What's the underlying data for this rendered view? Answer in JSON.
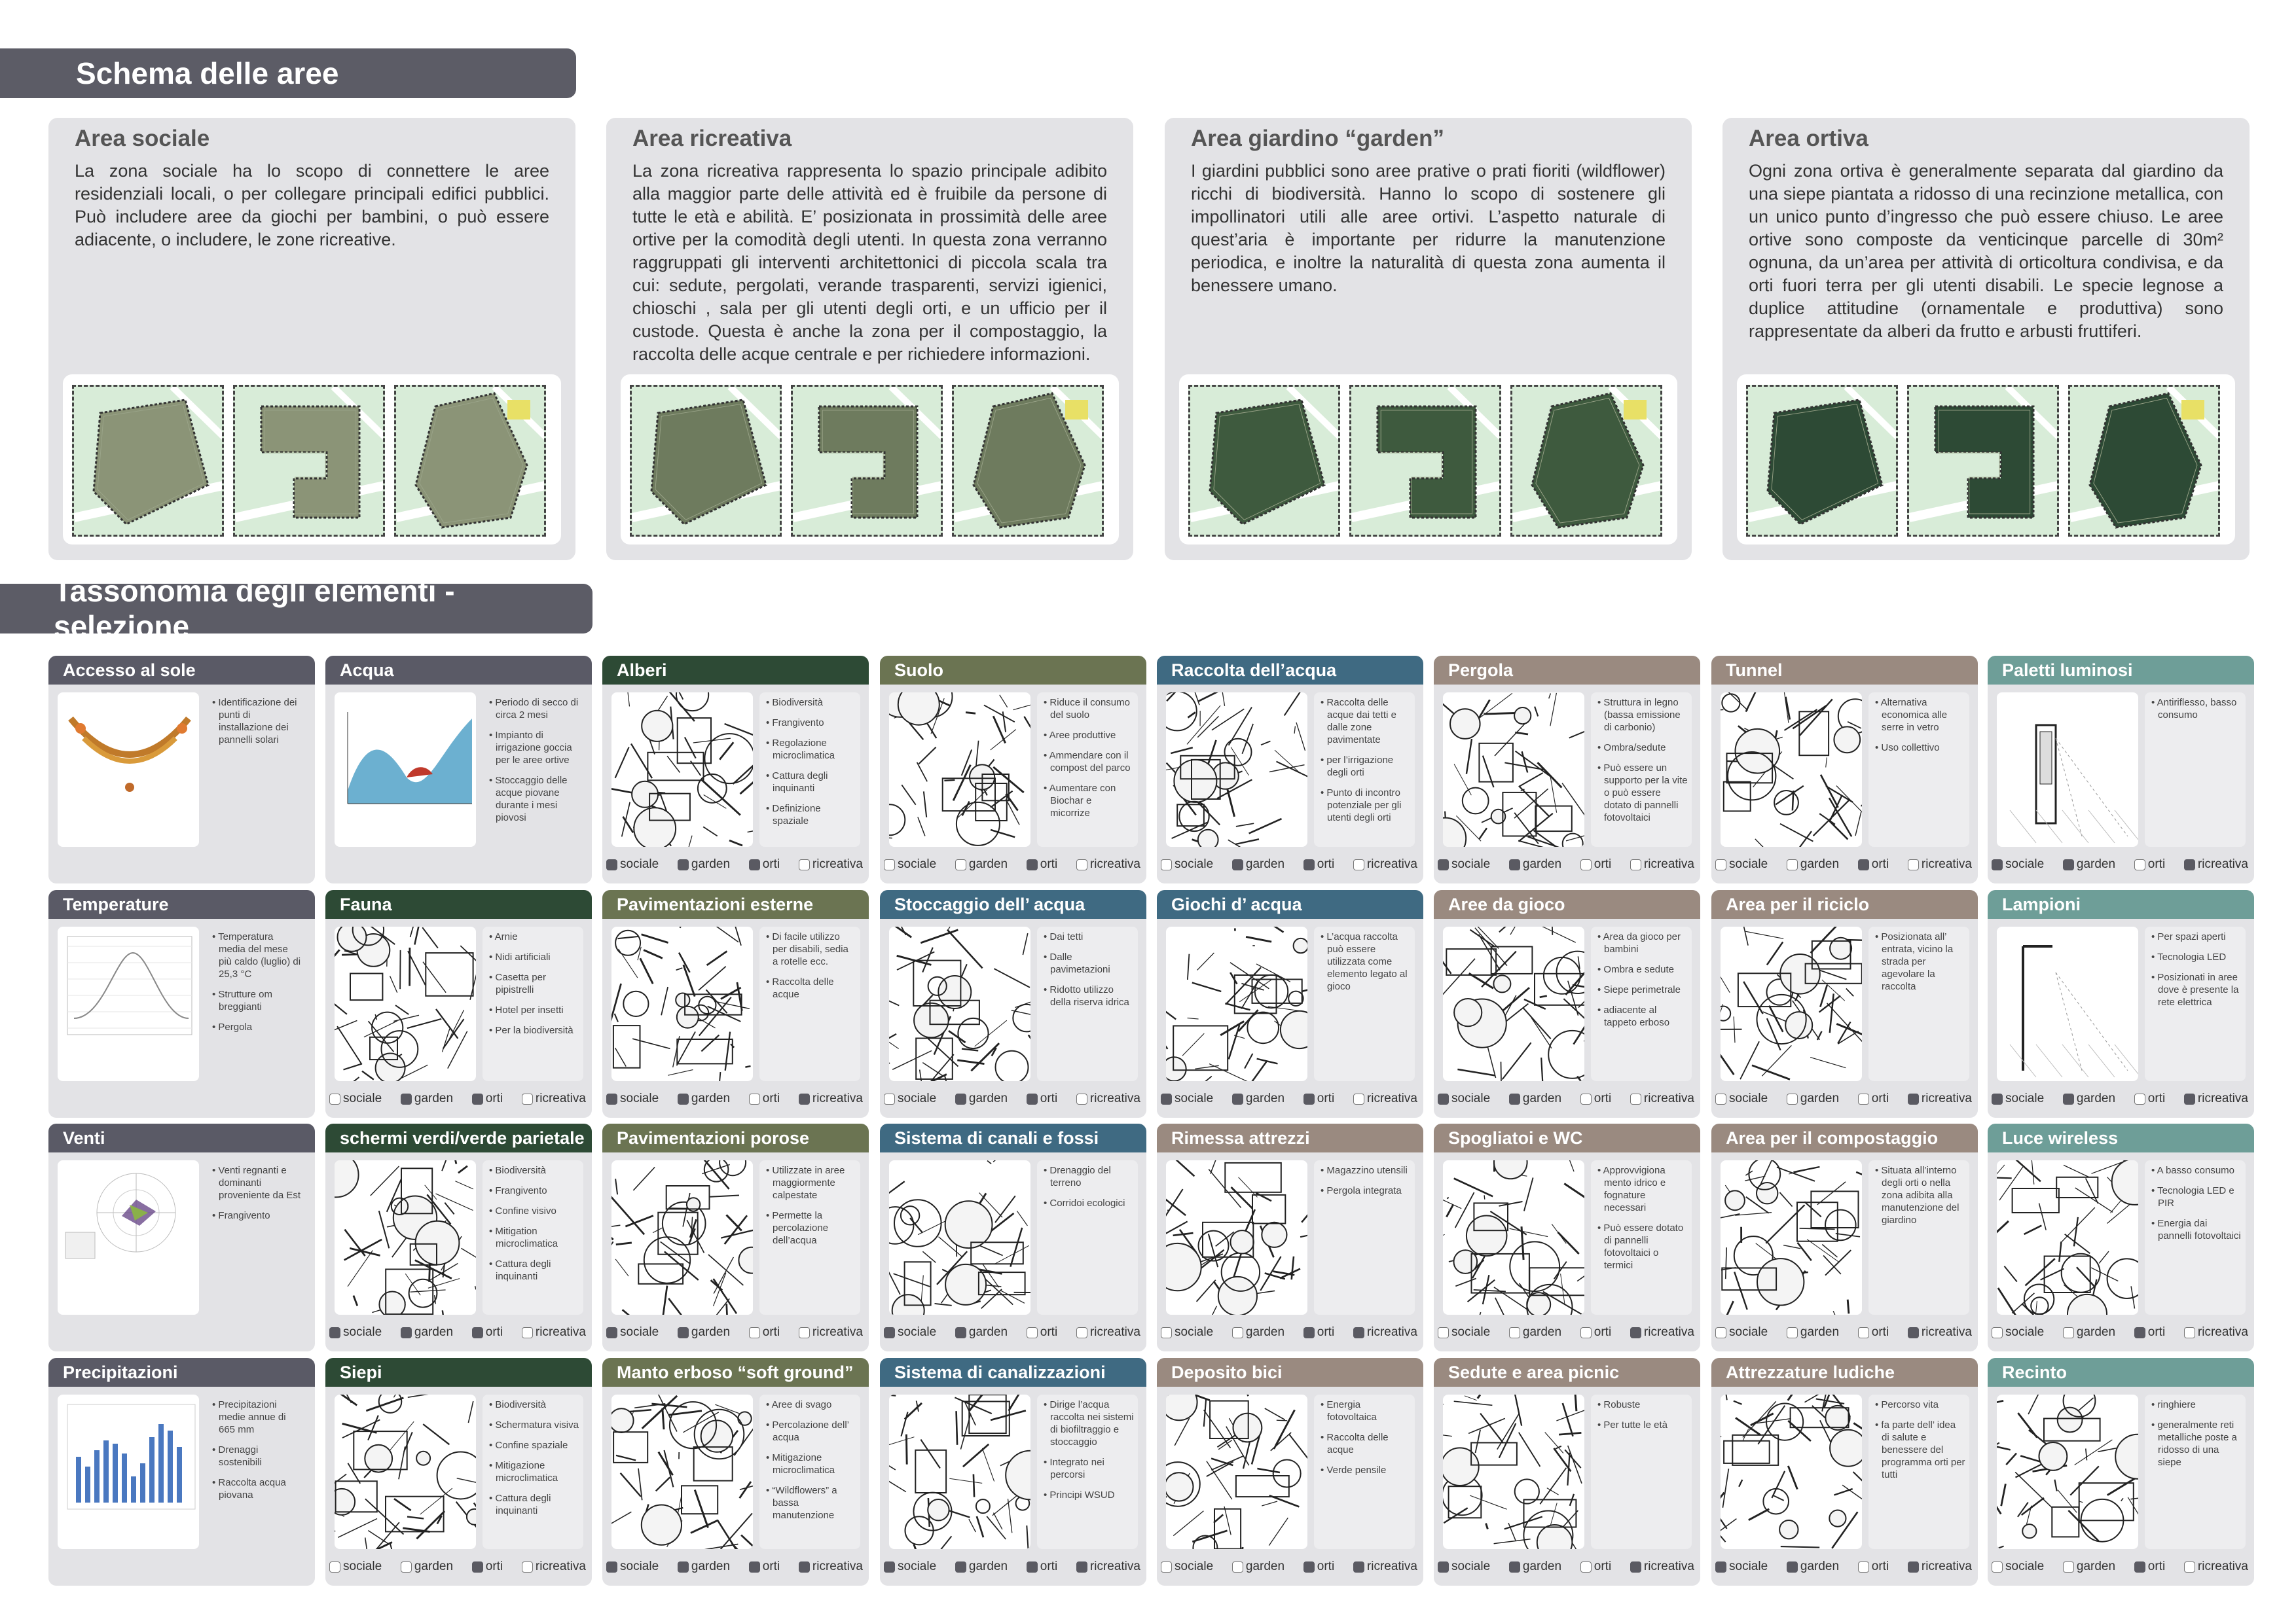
{
  "section1_title": "Schema delle aree",
  "section2_title": "Tassonomia degli elementi - selezione",
  "areas": [
    {
      "title": "Area sociale",
      "text": "La zona sociale ha lo scopo di connettere le aree residenziali locali, o per collegare principali edifici pubblici. Può includere aree da giochi per bambini, o può essere adiacente, o includere, le zone ricreative."
    },
    {
      "title": "Area ricreativa",
      "text": "La zona ricreativa rappresenta lo spazio principale adibito alla maggior parte delle attività ed è fruibile da persone di tutte le età e abilità. E’ posizionata in prossimità delle aree ortive per la comodità degli utenti. In questa zona verranno raggruppati gli interventi architettonici di piccola scala tra cui: sedute, pergolati, verande trasparenti, servizi igienici, chioschi , sala per gli utenti degli orti, e un ufficio per il custode. Questa è anche la zona per il compostaggio, la raccolta delle acque centrale e per richiedere informazioni."
    },
    {
      "title": "Area giardino “garden”",
      "text": "I giardini pubblici sono aree prative o prati fioriti (wildflower) ricchi di biodiversità. Hanno lo scopo di sostenere gli impollinatori utili alle aree ortivi. L’aspetto naturale di quest’aria è importante per ridurre la manutenzione periodica, e inoltre la naturalità di questa zona aumenta il benessere umano."
    },
    {
      "title": "Area ortiva",
      "text": "Ogni zona ortiva è generalmente separata dal giardino da una siepe piantata a ridosso di una recinzione metallica, con un unico punto d’ingresso che può essere chiuso. Le aree ortive sono composte da venticinque parcelle di 30m² ognuna, da un’area per attività di orticoltura condivisa, e da orti fuori terra per gli utenti disabili. Le specie legnose a duplice attitudine (ornamentale e produttiva) sono rappresentate da alberi da frutto e arbusti fruttiferi."
    }
  ],
  "checkbox_labels": [
    "sociale",
    "garden",
    "orti",
    "ricreativa"
  ],
  "colors": {
    "banner": "#5c5c66",
    "climate": "#5a5a66",
    "green": "#2d4a35",
    "olive": "#6b7452",
    "blue": "#3f6a82",
    "taupe": "#9a8a80",
    "teal": "#6e9e98",
    "checked": "#5a5a62"
  },
  "cards": [
    {
      "title": "Accesso al sole",
      "color": "climate",
      "image": "sun-arc-diagram",
      "bullets": [
        "Identificazione dei punti di installazione dei pannelli solari"
      ],
      "checks": null
    },
    {
      "title": "Acqua",
      "color": "climate",
      "image": "water-balance-chart",
      "bullets": [
        "Periodo di secco di circa 2 mesi",
        "Impianto di irrigazione goccia per le aree ortive",
        "Stoccaggio delle acque piovane durante i mesi piovosi"
      ],
      "checks": null
    },
    {
      "title": "Alberi",
      "color": "green",
      "image": "trees-sketch",
      "bullets": [
        "Biodiversità",
        "Frangivento",
        "Regolazione microclimatica",
        "Cattura degli inquinanti",
        "Definizione spaziale"
      ],
      "checks": [
        true,
        true,
        true,
        false
      ]
    },
    {
      "title": "Suolo",
      "color": "olive",
      "image": "soil-beds-sketch",
      "bullets": [
        "Riduce il consumo del suolo",
        "Aree produttive",
        "Ammendare con il compost del parco",
        "Aumentare con Biochar e micorrize"
      ],
      "checks": [
        false,
        false,
        true,
        false
      ]
    },
    {
      "title": "Raccolta dell’acqua",
      "color": "blue",
      "image": "water-pump-sketch",
      "bullets": [
        "Raccolta delle acque dai tetti e dalle zone pavimentate",
        "per l’irrigazione degli orti",
        "Punto di incontro potenziale per gli utenti degli orti"
      ],
      "checks": [
        false,
        true,
        true,
        false
      ]
    },
    {
      "title": "Pergola",
      "color": "taupe",
      "image": "pergola-sketch",
      "bullets": [
        "Struttura in legno (bassa emissione di carbonio)",
        "Ombra/sedute",
        "Può essere un supporto per la vite o può essere dotato di pannelli fotovoltaici"
      ],
      "checks": [
        true,
        true,
        false,
        false
      ]
    },
    {
      "title": "Tunnel",
      "color": "taupe",
      "image": "greenhouse-tunnel-sketch",
      "bullets": [
        "Alternativa economica alle serre in vetro",
        "Uso collettivo"
      ],
      "checks": [
        false,
        false,
        true,
        false
      ]
    },
    {
      "title": "Paletti luminosi",
      "color": "teal",
      "image": "light-bollard-sketch",
      "bullets": [
        "Antiriflesso, basso consumo"
      ],
      "checks": [
        true,
        true,
        false,
        true
      ]
    },
    {
      "title": "Temperature",
      "color": "climate",
      "image": "temperature-chart",
      "bullets": [
        "Temperatura media del mese più caldo (luglio) di 25,3 °C",
        "Strutture om breggianti",
        "Pergola"
      ],
      "checks": null
    },
    {
      "title": "Fauna",
      "color": "green",
      "image": "fauna-sketch",
      "bullets": [
        "Arnie",
        "Nidi artificiali",
        "Casetta per pipistrelli",
        "Hotel per insetti",
        "Per la biodiversità"
      ],
      "checks": [
        false,
        true,
        true,
        false
      ]
    },
    {
      "title": "Pavimentazioni esterne",
      "color": "olive",
      "image": "paving-sketch",
      "bullets": [
        "Di facile utilizzo per disabili, sedia a rotelle ecc.",
        "Raccolta delle acque"
      ],
      "checks": [
        true,
        true,
        false,
        true
      ]
    },
    {
      "title": "Stoccaggio dell’ acqua",
      "color": "blue",
      "image": "water-tank-sketch",
      "bullets": [
        "Dai tetti",
        "Dalle pavimetazioni",
        "Ridotto utilizzo della riserva idrica"
      ],
      "checks": [
        false,
        true,
        true,
        false
      ]
    },
    {
      "title": "Giochi d’ acqua",
      "color": "blue",
      "image": "water-play-sketch",
      "bullets": [
        "L’acqua raccolta può essere utilizzata come elemento legato al gioco"
      ],
      "checks": [
        true,
        true,
        true,
        false
      ]
    },
    {
      "title": "Aree da gioco",
      "color": "taupe",
      "image": "playground-sketch",
      "bullets": [
        "Area da gioco per bambini",
        "Ombra e sedute",
        "Siepe perimetrale",
        "adiacente al tappeto erboso"
      ],
      "checks": [
        true,
        true,
        false,
        false
      ]
    },
    {
      "title": "Area per il riciclo",
      "color": "taupe",
      "image": "recycling-bins-sketch",
      "bullets": [
        "Posizionata all’ entrata, vicino la strada per agevolare la raccolta"
      ],
      "checks": [
        false,
        false,
        false,
        true
      ]
    },
    {
      "title": "Lampioni",
      "color": "teal",
      "image": "street-lamp-sketch",
      "bullets": [
        "Per spazi aperti",
        "Tecnologia LED",
        "Posizionati in aree dove è presente la rete elettrica"
      ],
      "checks": [
        true,
        true,
        false,
        true
      ]
    },
    {
      "title": "Venti",
      "color": "climate",
      "image": "wind-rose-chart",
      "bullets": [
        "Venti regnanti e dominanti proveniente da Est",
        "Frangivento"
      ],
      "checks": null
    },
    {
      "title": "schermi verdi/verde parietale",
      "color": "green",
      "image": "green-wall-sketch",
      "bullets": [
        "Biodiversità",
        "Frangivento",
        "Confine visivo",
        "Mitigation microclimatica",
        "Cattura degli inquinanti"
      ],
      "checks": [
        true,
        true,
        true,
        false
      ]
    },
    {
      "title": "Pavimentazioni porose",
      "color": "olive",
      "image": "porous-paving-sketch",
      "bullets": [
        "Utilizzate in aree maggiormente calpestate",
        "Permette la percolazione dell’acqua"
      ],
      "checks": [
        true,
        true,
        false,
        false
      ]
    },
    {
      "title": "Sistema di canali e fossi",
      "color": "blue",
      "image": "swale-sketch",
      "bullets": [
        "Drenaggio del terreno",
        "Corridoi ecologici"
      ],
      "checks": [
        true,
        true,
        false,
        false
      ]
    },
    {
      "title": "Rimessa attrezzi",
      "color": "taupe",
      "image": "tool-shed-sketch",
      "bullets": [
        "Magazzino utensili",
        "Pergola integrata"
      ],
      "checks": [
        false,
        false,
        true,
        true
      ]
    },
    {
      "title": "Spogliatoi e  WC",
      "color": "taupe",
      "image": "changing-rooms-sketch",
      "bullets": [
        "Approvvigiona mento idrico e fognature necessari",
        "Può essere dotato di pannelli fotovoltaici o termici"
      ],
      "checks": [
        false,
        false,
        false,
        true
      ]
    },
    {
      "title": "Area per il compostaggio",
      "color": "taupe",
      "image": "compost-bins-sketch",
      "bullets": [
        "Situata all’interno degli orti o nella zona adibita alla manutenzione del giardino"
      ],
      "checks": [
        false,
        false,
        false,
        true
      ]
    },
    {
      "title": "Luce wireless",
      "color": "teal",
      "image": "wireless-light-sketch",
      "bullets": [
        "A basso consumo",
        "Tecnologia LED e PIR",
        "Energia dai pannelli fotovoltaici"
      ],
      "checks": [
        false,
        false,
        true,
        false
      ]
    },
    {
      "title": "Precipitazioni",
      "color": "climate",
      "image": "precipitation-chart",
      "bullets": [
        "Precipitazioni medie annue di 665 mm",
        "Drenaggi sostenibili",
        "Raccolta acqua piovana"
      ],
      "checks": null
    },
    {
      "title": "Siepi",
      "color": "green",
      "image": "hedge-sketch",
      "bullets": [
        "Biodiversità",
        "Schermatura visiva",
        "Confine spaziale",
        "Mitigazione microclimatica",
        "Cattura degli inquinanti"
      ],
      "checks": [
        false,
        false,
        true,
        false
      ]
    },
    {
      "title": "Manto erboso “soft ground”",
      "color": "olive",
      "image": "meadow-sketch",
      "bullets": [
        "Aree di svago",
        "Percolazione dell’ acqua",
        "Mitigazione microclimatica",
        "“Wildflowers” a bassa manutenzione"
      ],
      "checks": [
        true,
        true,
        true,
        true
      ]
    },
    {
      "title": "Sistema di canalizzazioni",
      "color": "blue",
      "image": "channels-sketch",
      "bullets": [
        "Dirige l’acqua raccolta nei sistemi di biofiltraggio e stoccaggio",
        "Integrato nei percorsi",
        "Principi WSUD"
      ],
      "checks": [
        true,
        true,
        true,
        true
      ]
    },
    {
      "title": "Deposito bici",
      "color": "taupe",
      "image": "bike-shelter-sketch",
      "bullets": [
        "Energia fotovoltaica",
        "Raccolta delle acque",
        "Verde pensile"
      ],
      "checks": [
        false,
        false,
        true,
        true
      ]
    },
    {
      "title": "Sedute e area picnic",
      "color": "taupe",
      "image": "picnic-sketch",
      "bullets": [
        "Robuste",
        "Per tutte le età"
      ],
      "checks": [
        true,
        true,
        false,
        true
      ]
    },
    {
      "title": "Attrezzature ludiche",
      "color": "taupe",
      "image": "play-equipment-sketch",
      "bullets": [
        "Percorso vita",
        "fa parte dell’ idea di salute e benessere del programma orti per tutti"
      ],
      "checks": [
        true,
        true,
        false,
        true
      ]
    },
    {
      "title": "Recinto",
      "color": "teal",
      "image": "fence-sketch",
      "bullets": [
        "ringhiere",
        "generalmente reti metalliche poste a ridosso di una siepe"
      ],
      "checks": [
        false,
        false,
        true,
        false
      ]
    }
  ]
}
